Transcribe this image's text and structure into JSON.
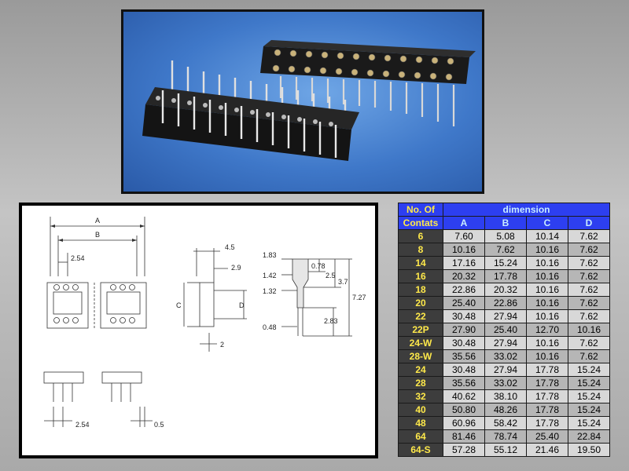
{
  "drawing": {
    "labels": {
      "A": "A",
      "B": "B",
      "pitch_top": "2.54",
      "pitch_bottom": "2.54",
      "C": "C",
      "D": "D",
      "h45": "4.5",
      "h29": "2.9",
      "w2": "2",
      "d05": "0.5",
      "d183": "1.83",
      "d142": "1.42",
      "d132": "1.32",
      "d048": "0.48",
      "v078": "0.78",
      "v25": "2.5",
      "v37": "3.7",
      "v727": "7.27",
      "v283": "2.83"
    }
  },
  "table": {
    "header_count_1": "No. Of",
    "header_count_2": "Contats",
    "header_dimension": "dimension",
    "columns": [
      "A",
      "B",
      "C",
      "D"
    ],
    "rows": [
      {
        "count": "6",
        "A": "7.60",
        "B": "5.08",
        "C": "10.14",
        "D": "7.62"
      },
      {
        "count": "8",
        "A": "10.16",
        "B": "7.62",
        "C": "10.16",
        "D": "7.62"
      },
      {
        "count": "14",
        "A": "17.16",
        "B": "15.24",
        "C": "10.16",
        "D": "7.62"
      },
      {
        "count": "16",
        "A": "20.32",
        "B": "17.78",
        "C": "10.16",
        "D": "7.62"
      },
      {
        "count": "18",
        "A": "22.86",
        "B": "20.32",
        "C": "10.16",
        "D": "7.62"
      },
      {
        "count": "20",
        "A": "25.40",
        "B": "22.86",
        "C": "10.16",
        "D": "7.62"
      },
      {
        "count": "22",
        "A": "30.48",
        "B": "27.94",
        "C": "10.16",
        "D": "7.62"
      },
      {
        "count": "22P",
        "A": "27.90",
        "B": "25.40",
        "C": "12.70",
        "D": "10.16"
      },
      {
        "count": "24-W",
        "A": "30.48",
        "B": "27.94",
        "C": "10.16",
        "D": "7.62"
      },
      {
        "count": "28-W",
        "A": "35.56",
        "B": "33.02",
        "C": "10.16",
        "D": "7.62"
      },
      {
        "count": "24",
        "A": "30.48",
        "B": "27.94",
        "C": "17.78",
        "D": "15.24"
      },
      {
        "count": "28",
        "A": "35.56",
        "B": "33.02",
        "C": "17.78",
        "D": "15.24"
      },
      {
        "count": "32",
        "A": "40.62",
        "B": "38.10",
        "C": "17.78",
        "D": "15.24"
      },
      {
        "count": "40",
        "A": "50.80",
        "B": "48.26",
        "C": "17.78",
        "D": "15.24"
      },
      {
        "count": "48",
        "A": "60.96",
        "B": "58.42",
        "C": "17.78",
        "D": "15.24"
      },
      {
        "count": "64",
        "A": "81.46",
        "B": "78.74",
        "C": "25.40",
        "D": "22.84"
      },
      {
        "count": "64-S",
        "A": "57.28",
        "B": "55.12",
        "C": "21.46",
        "D": "19.50"
      }
    ]
  },
  "colors": {
    "header_blue": "#2d3ff0",
    "count_text_yellow": "#ffe94a",
    "count_cell_dark": "#3d3d3d",
    "photo_bg_blue": "#3f78c9"
  }
}
